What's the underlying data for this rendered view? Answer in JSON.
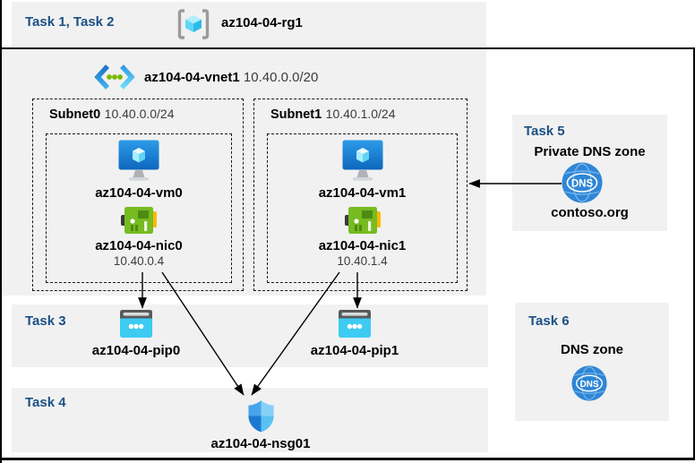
{
  "colors": {
    "task_label": "#1B5085",
    "panel_bg": "#F1F1F1",
    "arrow": "#000000",
    "azure_blue": "#1483DB",
    "azure_cyan": "#3DCBF2",
    "nic_green": "#76BC21",
    "dns_blue": "#2E86D6"
  },
  "header": {
    "tasks_label": "Task 1, Task 2",
    "resource_group": {
      "icon": "resource-group-icon",
      "name": "az104-04-rg1"
    }
  },
  "vnet": {
    "icon": "virtual-network-icon",
    "name": "az104-04-vnet1",
    "address_space": "10.40.0.0/20",
    "subnets": [
      {
        "name": "Subnet0",
        "address_prefix": "10.40.0.0/24",
        "vm": {
          "icon": "virtual-machine-icon",
          "name": "az104-04-vm0"
        },
        "nic": {
          "icon": "network-interface-icon",
          "name": "az104-04-nic0",
          "private_ip": "10.40.0.4"
        }
      },
      {
        "name": "Subnet1",
        "address_prefix": "10.40.1.0/24",
        "vm": {
          "icon": "virtual-machine-icon",
          "name": "az104-04-vm1"
        },
        "nic": {
          "icon": "network-interface-icon",
          "name": "az104-04-nic1",
          "private_ip": "10.40.1.4"
        }
      }
    ]
  },
  "task3": {
    "label": "Task 3",
    "public_ips": [
      {
        "icon": "public-ip-icon",
        "name": "az104-04-pip0"
      },
      {
        "icon": "public-ip-icon",
        "name": "az104-04-pip1"
      }
    ]
  },
  "task4": {
    "label": "Task 4",
    "nsg": {
      "icon": "nsg-shield-icon",
      "name": "az104-04-nsg01"
    }
  },
  "task5": {
    "label": "Task 5",
    "title": "Private DNS zone",
    "zone": {
      "icon": "dns-zone-icon",
      "name": "contoso.org"
    }
  },
  "task6": {
    "label": "Task 6",
    "title": "DNS zone",
    "zone": {
      "icon": "dns-zone-icon"
    }
  },
  "dns_icon_text": "DNS"
}
